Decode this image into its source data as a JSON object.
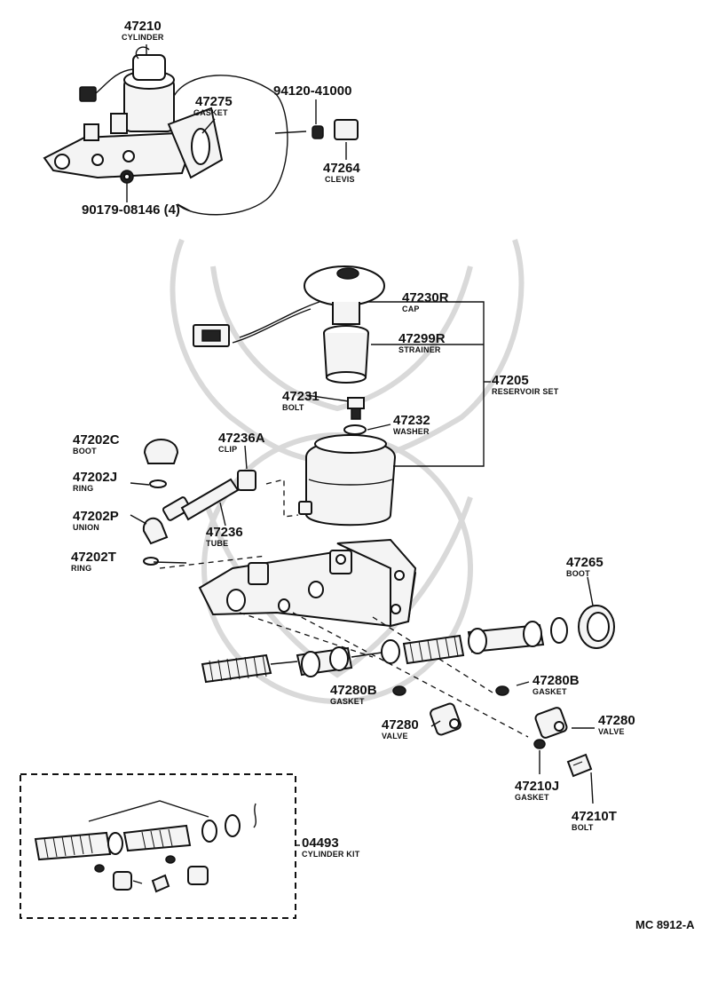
{
  "parts": {
    "p47210": {
      "number": "47210",
      "name": "CYLINDER"
    },
    "p47275": {
      "number": "47275",
      "name": "GASKET"
    },
    "p94120": {
      "number": "94120-41000"
    },
    "p47264": {
      "number": "47264",
      "name": "CLEVIS"
    },
    "p90179": {
      "number": "90179-08146 (4)"
    },
    "p47230R": {
      "number": "47230R",
      "name": "CAP"
    },
    "p47299R": {
      "number": "47299R",
      "name": "STRAINER"
    },
    "p47205": {
      "number": "47205",
      "name": "RESERVOIR SET"
    },
    "p47231": {
      "number": "47231",
      "name": "BOLT"
    },
    "p47232": {
      "number": "47232",
      "name": "WASHER"
    },
    "p47202C": {
      "number": "47202C",
      "name": "BOOT"
    },
    "p47236A": {
      "number": "47236A",
      "name": "CLIP"
    },
    "p47202J": {
      "number": "47202J",
      "name": "RING"
    },
    "p47202P": {
      "number": "47202P",
      "name": "UNION"
    },
    "p47236": {
      "number": "47236",
      "name": "TUBE"
    },
    "p47202T": {
      "number": "47202T",
      "name": "RING"
    },
    "p47265": {
      "number": "47265",
      "name": "BOOT"
    },
    "p47280B_left": {
      "number": "47280B",
      "name": "GASKET"
    },
    "p47280B_right": {
      "number": "47280B",
      "name": "GASKET"
    },
    "p47280_left": {
      "number": "47280",
      "name": "VALVE"
    },
    "p47280_right": {
      "number": "47280",
      "name": "VALVE"
    },
    "p47210J": {
      "number": "47210J",
      "name": "GASKET"
    },
    "p47210T": {
      "number": "47210T",
      "name": "BOLT"
    },
    "p04493": {
      "number": "04493",
      "name": "CYLINDER KIT"
    }
  },
  "figure_ref": "MC 8912-A"
}
